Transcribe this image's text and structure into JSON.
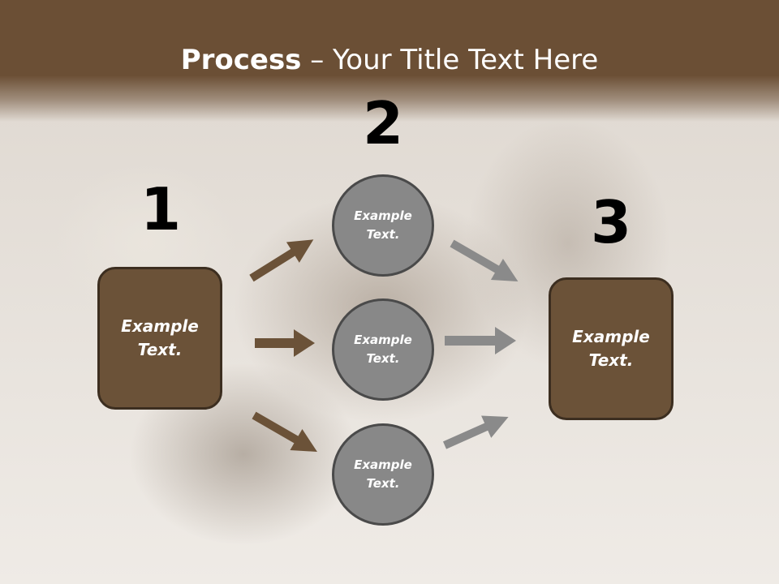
{
  "title": {
    "bold": "Process",
    "rest": " – Your Title Text Here"
  },
  "steps": [
    {
      "number": "1",
      "text": "Example\nText."
    },
    {
      "number": "2",
      "items": [
        "Example\nText.",
        "Example\nText.",
        "Example\nText."
      ]
    },
    {
      "number": "3",
      "text": "Example\nText."
    }
  ],
  "colors": {
    "header": "#6b4f35",
    "box_fill": "#6b5238",
    "circle_fill": "#888888",
    "arrow_left": "#6b5238",
    "arrow_right": "#8a8a8a"
  }
}
